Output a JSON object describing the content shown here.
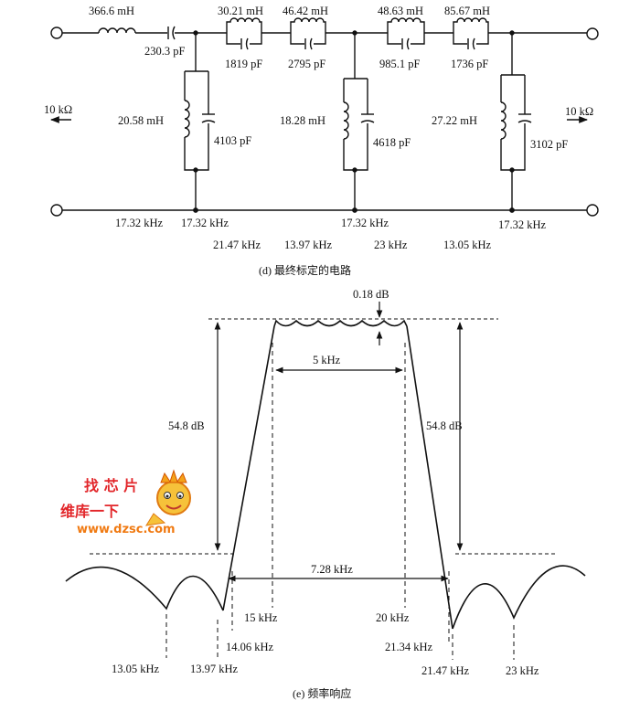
{
  "circuit": {
    "series_top": [
      {
        "label": "366.6 mH"
      },
      {
        "label": "230.3 pF"
      }
    ],
    "trap_sections": [
      {
        "inductor": "30.21 mH",
        "capacitor": "1819 pF"
      },
      {
        "inductor": "46.42 mH",
        "capacitor": "2795 pF"
      },
      {
        "inductor": "48.63 mH",
        "capacitor": "985.1 pF"
      },
      {
        "inductor": "85.67 mH",
        "capacitor": "1736 pF"
      }
    ],
    "shunt_sections": [
      {
        "inductor": "20.58 mH",
        "capacitor": "4103 pF"
      },
      {
        "inductor": "18.28 mH",
        "capacitor": "4618 pF"
      },
      {
        "inductor": "27.22 mH",
        "capacitor": "3102 pF"
      }
    ],
    "source_impedance": "10 kΩ",
    "load_impedance": "10 kΩ",
    "bottom_freqs_row1": [
      "17.32 kHz",
      "17.32 kHz",
      "17.32 kHz",
      "17.32 kHz"
    ],
    "bottom_freqs_row2": [
      "21.47 kHz",
      "13.97 kHz",
      "23 kHz",
      "13.05 kHz"
    ],
    "caption": "(d)  最终标定的电路"
  },
  "response": {
    "ripple": "0.18 dB",
    "passband_width": "5 kHz",
    "attenuation_left": "54.8 dB",
    "attenuation_right": "54.8 dB",
    "transition_width": "7.28 kHz",
    "passband_edges": [
      "15 kHz",
      "20 kHz"
    ],
    "stopband_edges": [
      "14.06 kHz",
      "21.34 kHz"
    ],
    "notches_left": [
      "13.05 kHz",
      "13.97 kHz"
    ],
    "notches_right": [
      "21.47 kHz",
      "23 kHz"
    ],
    "caption": "(e)  频率响应"
  },
  "watermark": {
    "line1": "找 芯 片",
    "line2": "维库一下",
    "url": "www.dzsc.com"
  }
}
